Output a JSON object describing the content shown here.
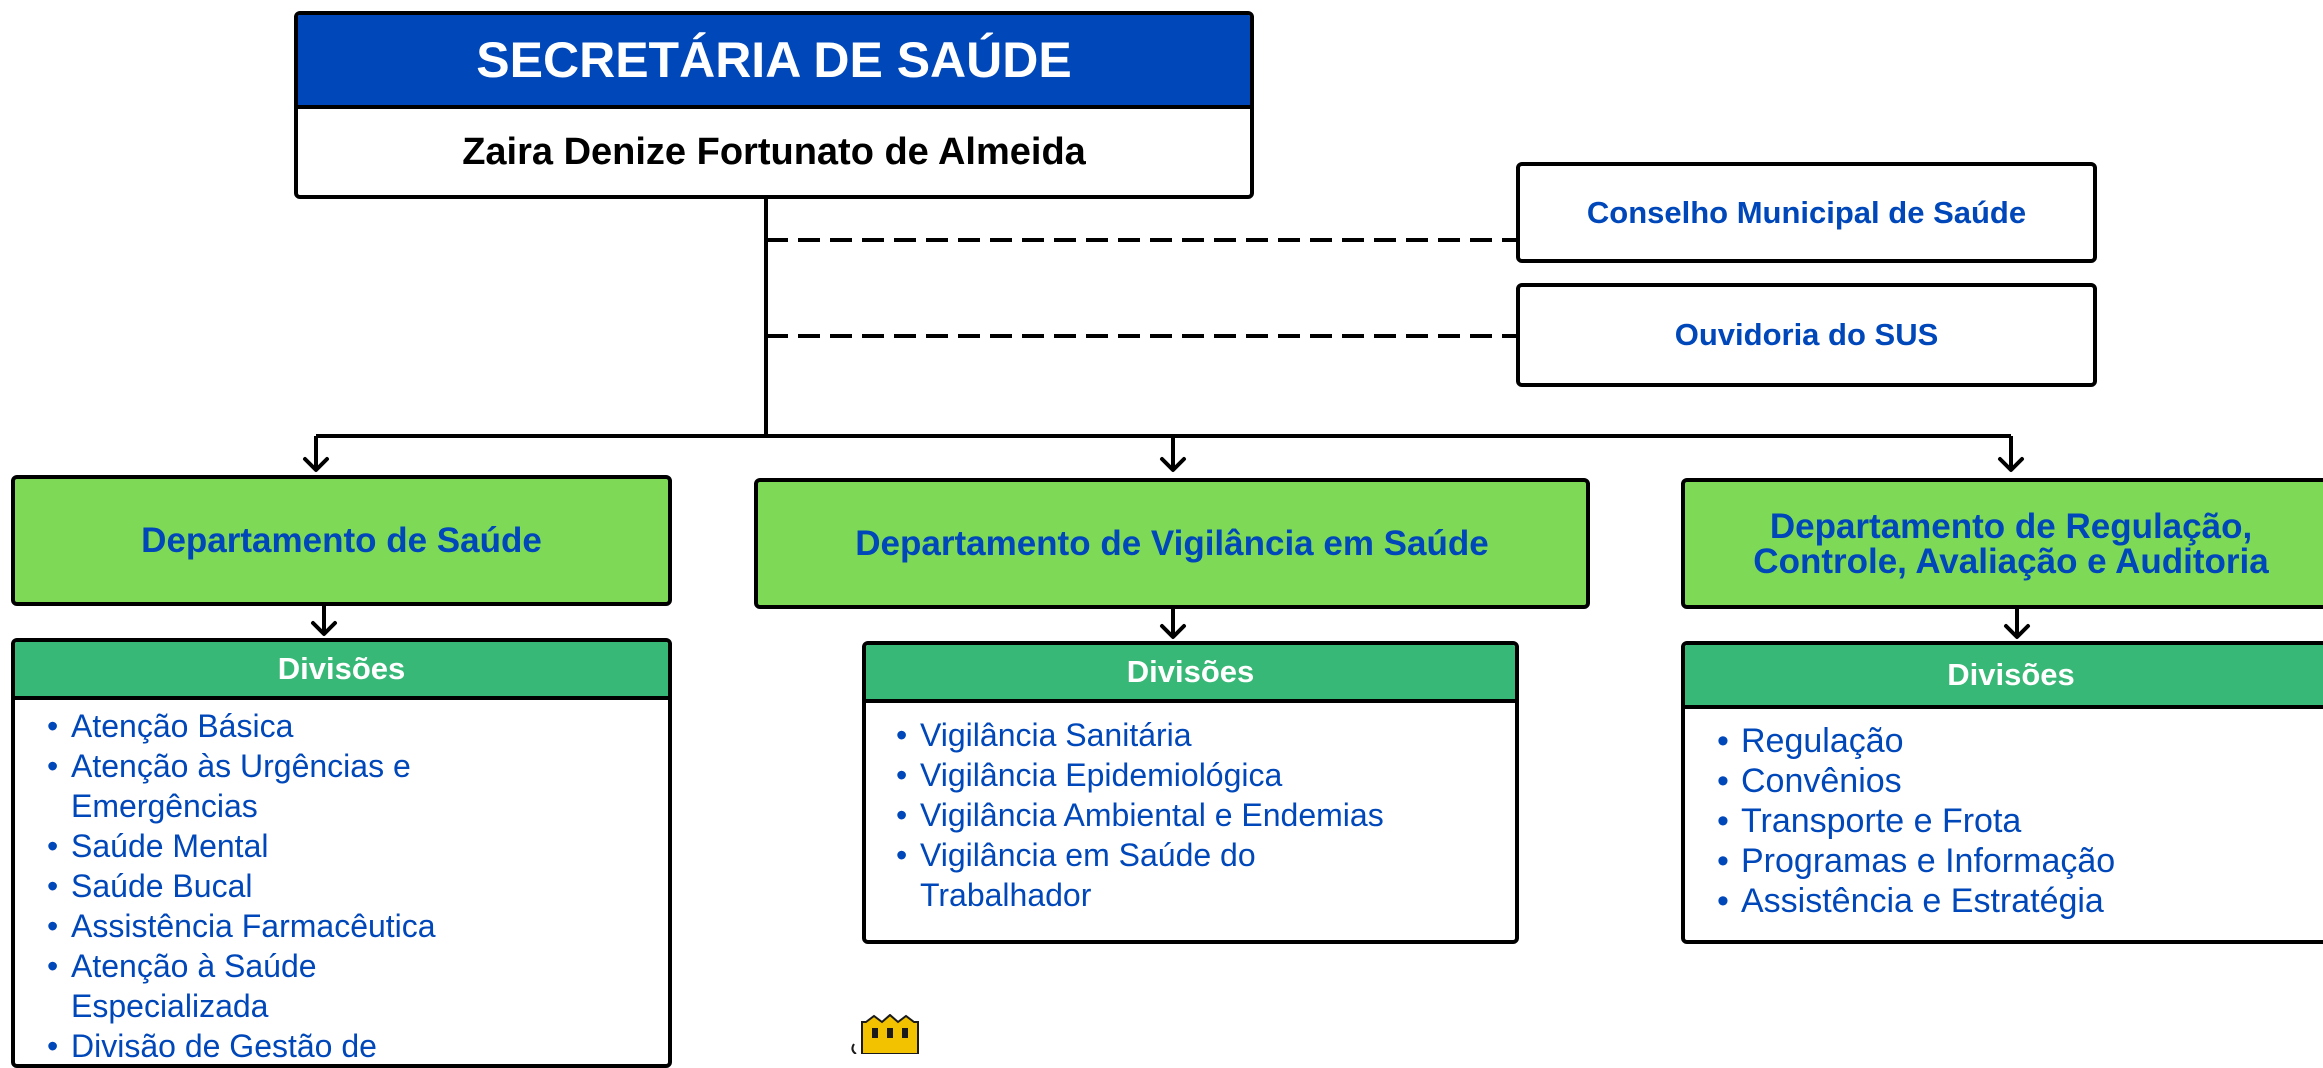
{
  "secretaria": {
    "title": "SECRETÁRIA DE SAÚDE",
    "name": "Zaira Denize Fortunato de Almeida"
  },
  "side_boxes": [
    {
      "label": "Conselho Municipal de Saúde"
    },
    {
      "label": "Ouvidoria do SUS"
    }
  ],
  "departments": [
    {
      "title": "Departamento de Saúde",
      "divisions_header": "Divisões",
      "divisions": [
        "Atenção Básica",
        "Atenção às Urgências e Emergências",
        "Saúde Mental",
        "Saúde Bucal",
        "Assistência Farmacêutica",
        "Atenção à Saúde Especializada",
        "Divisão de Gestão de Pessoas"
      ]
    },
    {
      "title": "Departamento de Vigilância em Saúde",
      "divisions_header": "Divisões",
      "divisions": [
        "Vigilância Sanitária",
        "Vigilância Epidemiológica",
        "Vigilância Ambiental e Endemias",
        "Vigilância em Saúde do Trabalhador"
      ]
    },
    {
      "title": "Departamento de Regulação, Controle, Avaliação e Auditoria",
      "divisions_header": "Divisões",
      "divisions": [
        "Regulação",
        "Convênios",
        "Transporte e Frota",
        "Programas e Informação",
        "Assistência e Estratégia"
      ]
    }
  ],
  "colors": {
    "blue": "#0047ba",
    "dept_green": "#7ed957",
    "div_green": "#38b876",
    "logo_yellow": "#f2c200"
  },
  "logo": {
    "icon": "municipal-crest-icon"
  }
}
